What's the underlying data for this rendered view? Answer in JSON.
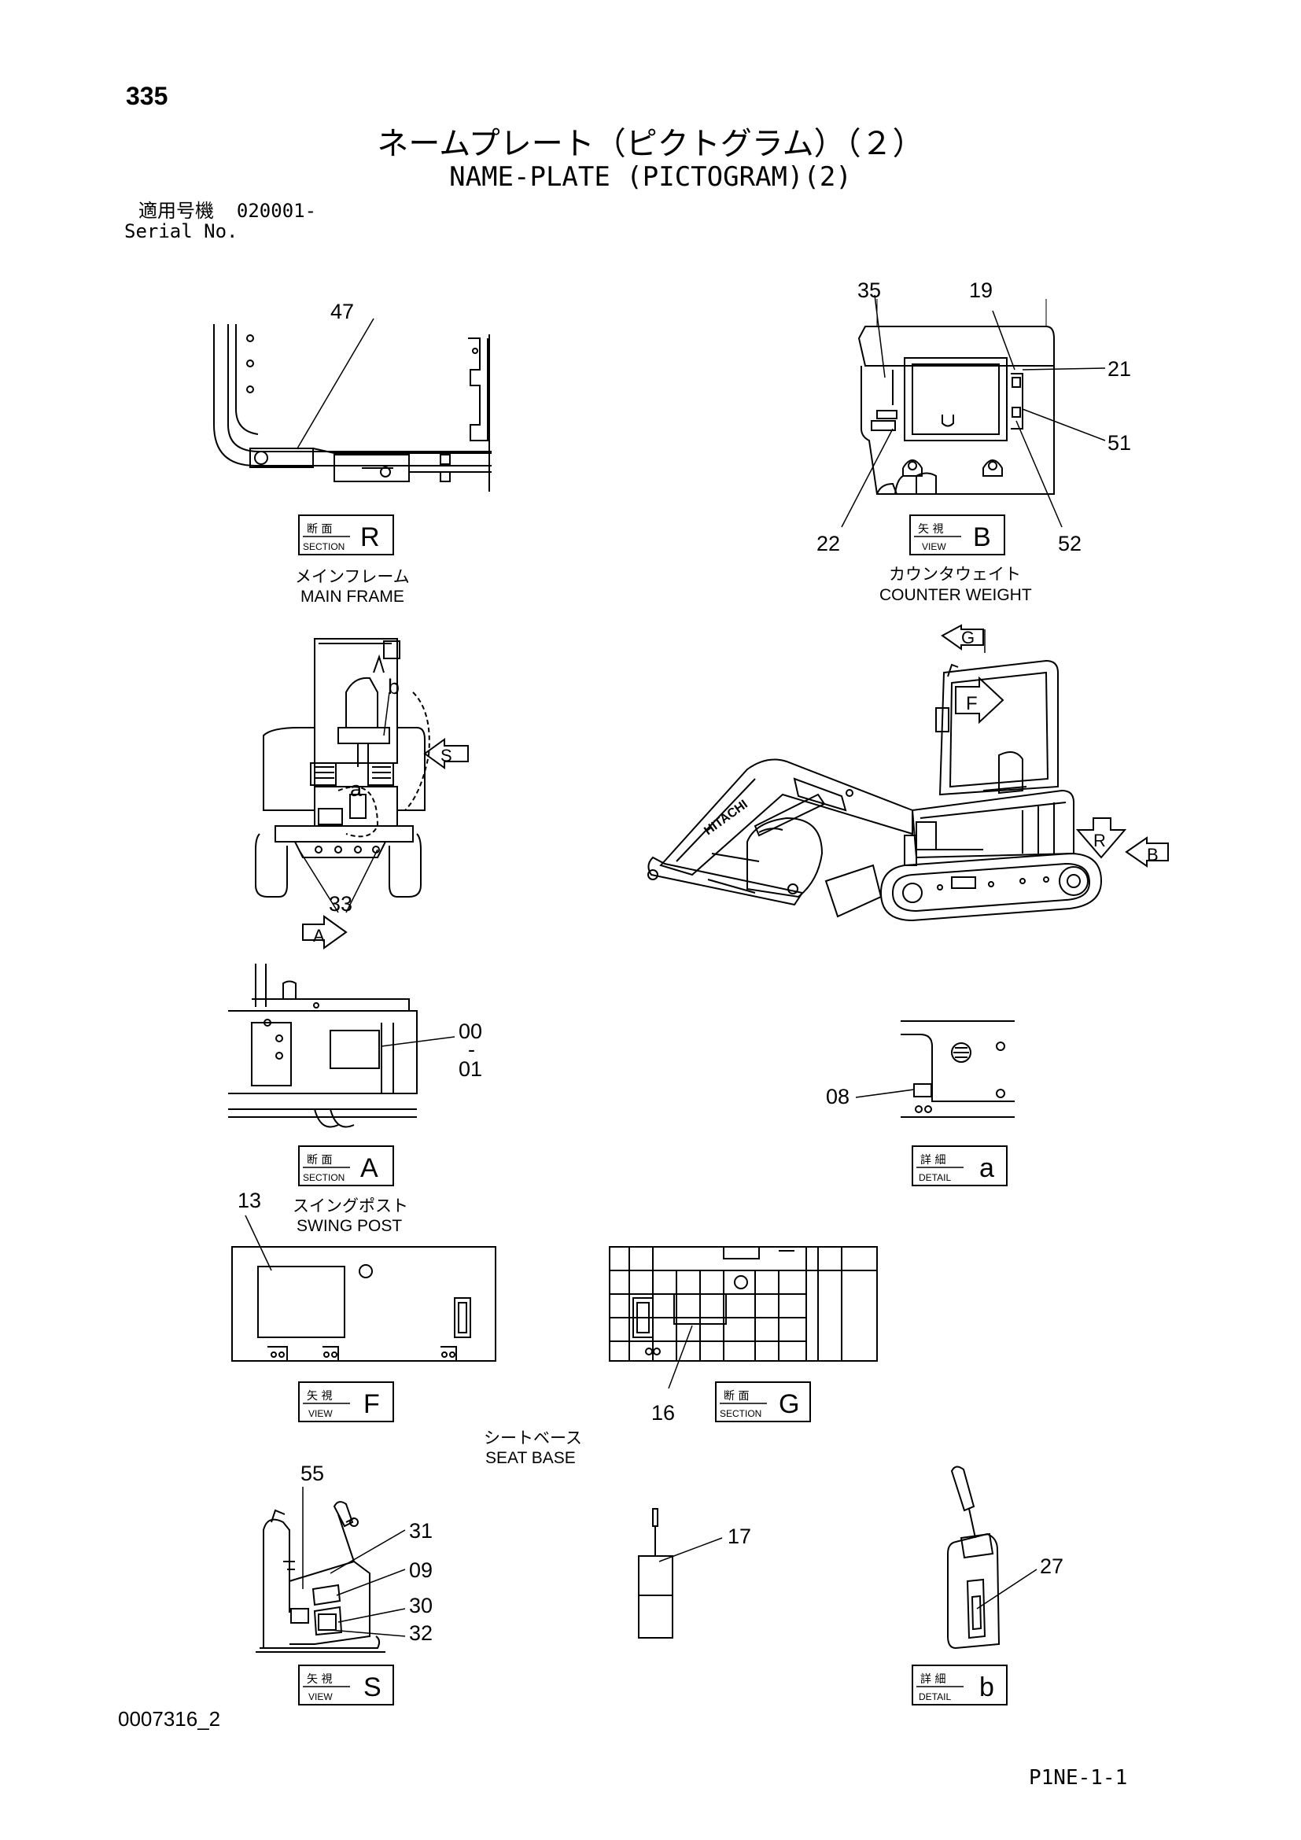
{
  "page": {
    "number": "335",
    "title_jp": "ネームプレート（ピクトグラム）（２）",
    "title_en": "NAME-PLATE (PICTOGRAM)(2)",
    "serial_jp": "適用号機",
    "serial_value": "020001-",
    "serial_en": "Serial No.",
    "footer_id": "0007316_2",
    "footer_code": "P1NE-1-1"
  },
  "callouts": {
    "c47": "47",
    "c35": "35",
    "c19": "19",
    "c21": "21",
    "c51": "51",
    "c22": "22",
    "c52": "52",
    "cb": "b",
    "cS": "S",
    "ca": "a",
    "c33": "33",
    "cA": "A",
    "cG": "G",
    "cF": "F",
    "cR": "R",
    "cB": "B",
    "c00": "00",
    "cdash": "-",
    "c01": "01",
    "c08": "08",
    "c13": "13",
    "c16": "16",
    "c55": "55",
    "c31": "31",
    "c09": "09",
    "c30": "30",
    "c32": "32",
    "c17": "17",
    "c27": "27"
  },
  "tags": {
    "sectionR": {
      "jp": "断 面",
      "sub": "SECTION",
      "letter": "R"
    },
    "viewB": {
      "jp": "矢 視",
      "sub": "VIEW",
      "letter": "B"
    },
    "sectionA": {
      "jp": "断 面",
      "sub": "SECTION",
      "letter": "A"
    },
    "detailA": {
      "jp": "詳 細",
      "sub": "DETAIL",
      "letter": "a"
    },
    "viewF": {
      "jp": "矢 視",
      "sub": "VIEW",
      "letter": "F"
    },
    "sectionG": {
      "jp": "断 面",
      "sub": "SECTION",
      "letter": "G"
    },
    "viewS": {
      "jp": "矢 視",
      "sub": "VIEW",
      "letter": "S"
    },
    "detailB": {
      "jp": "詳 細",
      "sub": "DETAIL",
      "letter": "b"
    }
  },
  "labels": {
    "main_frame_jp": "メインフレーム",
    "main_frame_en": "MAIN FRAME",
    "counter_weight_jp": "カウンタウェイト",
    "counter_weight_en": "COUNTER WEIGHT",
    "swing_post_jp": "スイングポスト",
    "swing_post_en": "SWING POST",
    "seat_base_jp": "シートベース",
    "seat_base_en": "SEAT BASE",
    "brand": "HITACHI"
  }
}
